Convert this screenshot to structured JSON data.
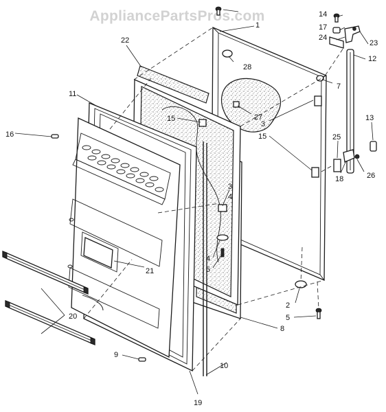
{
  "watermark": "AppliancePartsPros.com",
  "callouts": {
    "c1": "1",
    "c2": "2",
    "c3a": "3",
    "c3b": "3",
    "c4a": "4",
    "c4b": "4",
    "c5a": "5",
    "c5b": "5",
    "c7": "7",
    "c8": "8",
    "c9": "9",
    "c10": "10",
    "c11": "11",
    "c12": "12",
    "c13": "13",
    "c14": "14",
    "c15a": "15",
    "c15b": "15",
    "c16": "16",
    "c17": "17",
    "c18": "18",
    "c19": "19",
    "c20": "20",
    "c21": "21",
    "c22": "22",
    "c23": "23",
    "c24": "24",
    "c25": "25",
    "c26": "26",
    "c27": "27",
    "c28": "28"
  }
}
